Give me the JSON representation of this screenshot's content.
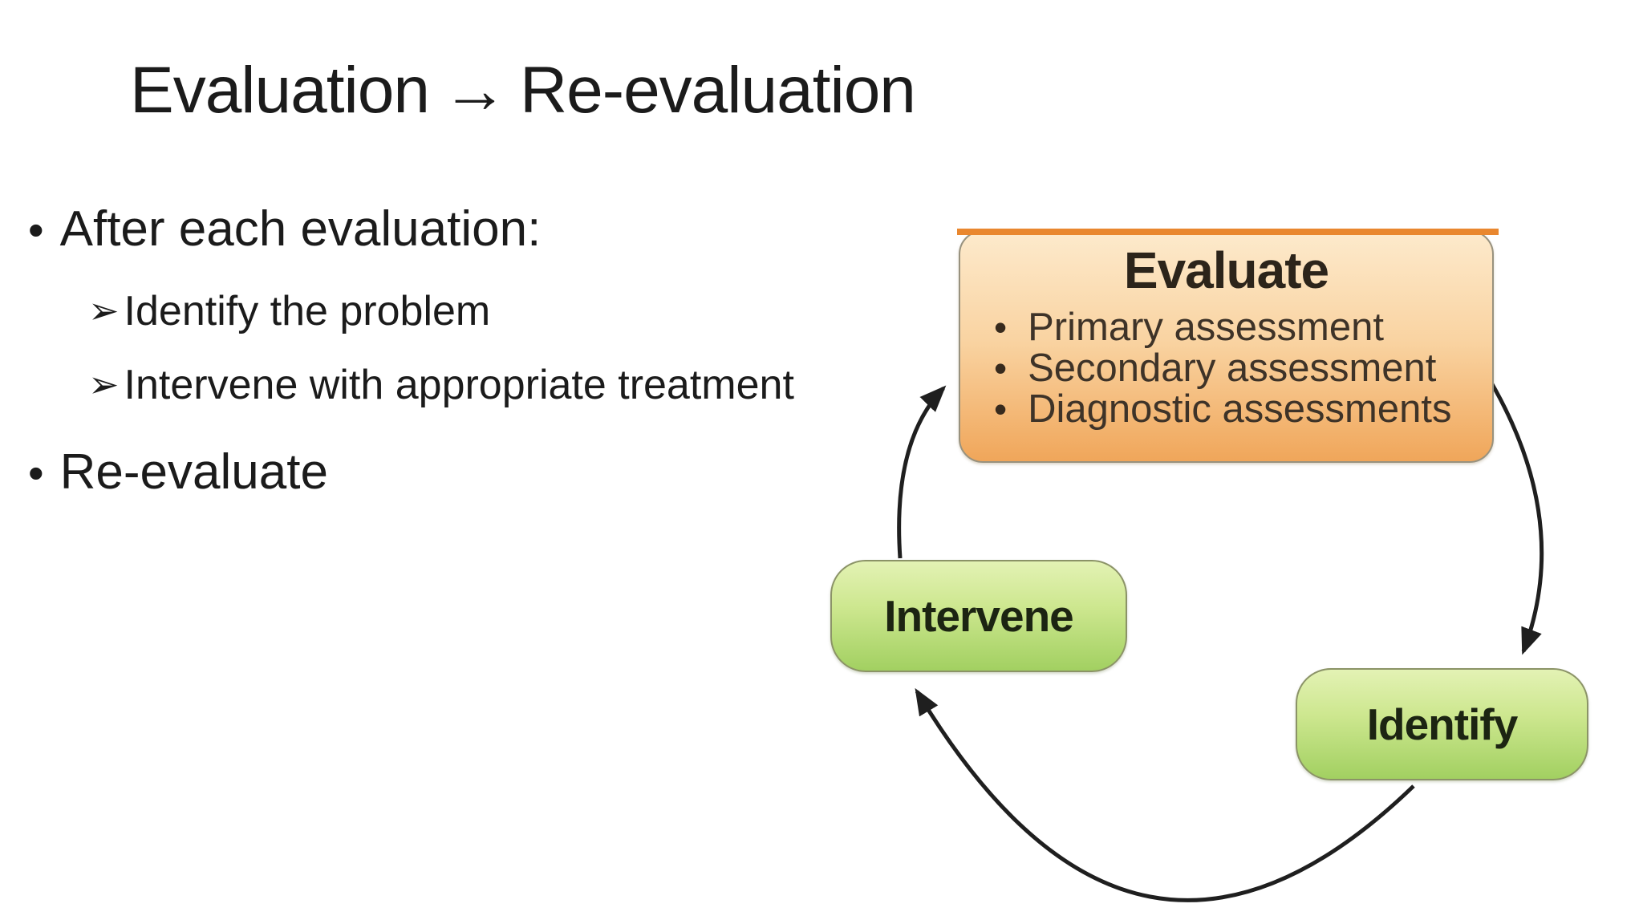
{
  "slide": {
    "title": {
      "part1": "Evaluation",
      "arrow": "→",
      "part2": "Re-evaluation"
    },
    "bullets": [
      {
        "level": 1,
        "marker": "•",
        "text": "After each evaluation:"
      },
      {
        "level": 2,
        "marker": "➢",
        "text": "Identify the problem"
      },
      {
        "level": 2,
        "marker": "➢",
        "text": "Intervene with appropriate treatment"
      },
      {
        "level": 1,
        "marker": "•",
        "text": "Re-evaluate"
      }
    ]
  },
  "diagram": {
    "evaluate_box": {
      "title": "Evaluate",
      "bullet": "•",
      "items": [
        "Primary assessment",
        "Secondary assessment",
        "Diagnostic assessments"
      ]
    },
    "intervene_box": {
      "label": "Intervene"
    },
    "identify_box": {
      "label": "Identify"
    },
    "cycle_order": [
      "Evaluate",
      "Identify",
      "Intervene"
    ],
    "colors": {
      "evaluate_fill_top": "#fdeacc",
      "evaluate_fill_bottom": "#f0a65a",
      "evaluate_top_bar": "#e9872f",
      "green_fill_top": "#e3f2b4",
      "green_fill_bottom": "#a2d061",
      "box_border": "#98927f",
      "arrow_stroke": "#1f1f1f"
    }
  }
}
